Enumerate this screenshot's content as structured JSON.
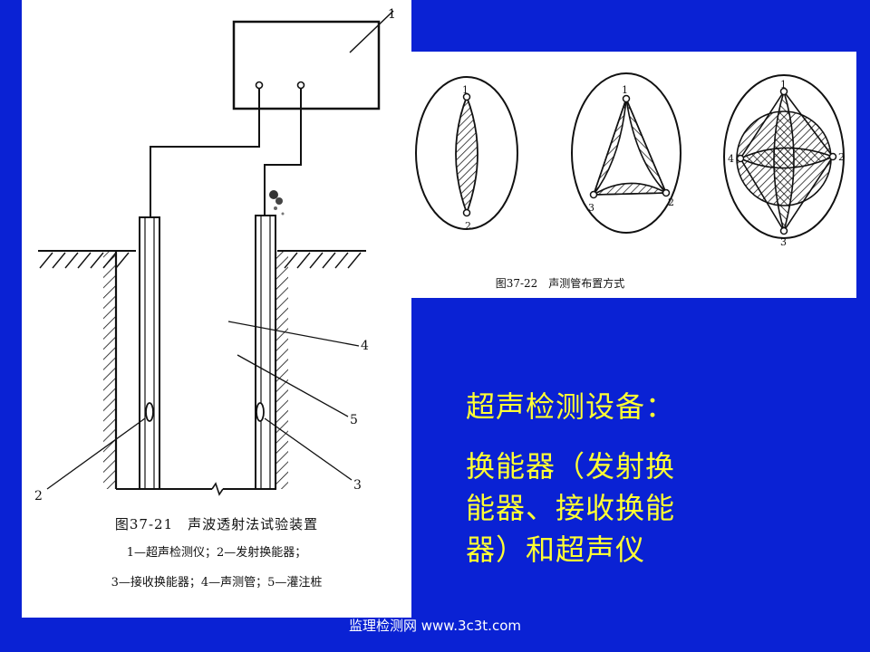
{
  "left_figure": {
    "caption_title": "图37-21　声波透射法试验装置",
    "legend_line1": "1—超声检测仪；2—发射换能器；",
    "legend_line2": "3—接收换能器；4—声测管；5—灌注桩",
    "labels": [
      "1",
      "2",
      "3",
      "4",
      "5"
    ]
  },
  "right_figure": {
    "caption": "图37-22　声测管布置方式",
    "layout_a": [
      "1",
      "2"
    ],
    "layout_b": [
      "1",
      "2",
      "3"
    ],
    "layout_c": [
      "1",
      "2",
      "3",
      "4"
    ]
  },
  "text_block": {
    "heading": "超声检测设备：",
    "body_line1": "换能器（发射换",
    "body_line2": "能器、接收换能",
    "body_line3": "器）和超声仪"
  },
  "footer": {
    "text": "监理检测网 www.3c3t.com"
  }
}
